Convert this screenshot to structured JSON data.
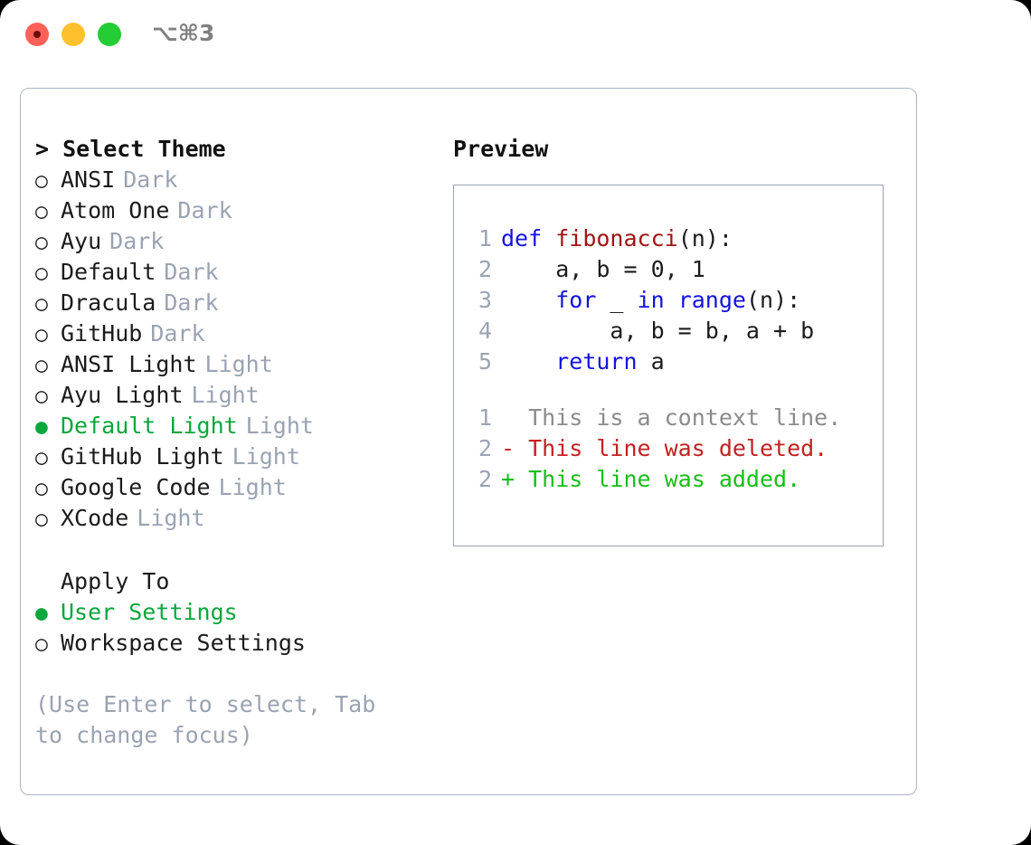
{
  "window": {
    "shortcut": "⌥⌘3",
    "traffic_lights": [
      {
        "name": "close-button",
        "color": "#ff6159"
      },
      {
        "name": "minimize-button",
        "color": "#ffc02e"
      },
      {
        "name": "maximize-button",
        "color": "#24cc36"
      }
    ]
  },
  "theme_picker": {
    "header": "> Select Theme",
    "selected_theme": "Default Light",
    "marker_selected": "●",
    "marker_unselected": "○",
    "items": [
      {
        "marker": "○",
        "label": "ANSI",
        "tag": "Dark",
        "selected": false
      },
      {
        "marker": "○",
        "label": "Atom One",
        "tag": "Dark",
        "selected": false
      },
      {
        "marker": "○",
        "label": "Ayu",
        "tag": "Dark",
        "selected": false
      },
      {
        "marker": "○",
        "label": "Default",
        "tag": "Dark",
        "selected": false
      },
      {
        "marker": "○",
        "label": "Dracula",
        "tag": "Dark",
        "selected": false
      },
      {
        "marker": "○",
        "label": "GitHub",
        "tag": "Dark",
        "selected": false
      },
      {
        "marker": "○",
        "label": "ANSI Light",
        "tag": "Light",
        "selected": false
      },
      {
        "marker": "○",
        "label": "Ayu Light",
        "tag": "Light",
        "selected": false
      },
      {
        "marker": "●",
        "label": "Default Light",
        "tag": "Light",
        "selected": true
      },
      {
        "marker": "○",
        "label": "GitHub Light",
        "tag": "Light",
        "selected": false
      },
      {
        "marker": "○",
        "label": "Google Code",
        "tag": "Light",
        "selected": false
      },
      {
        "marker": "○",
        "label": "XCode",
        "tag": "Light",
        "selected": false
      }
    ]
  },
  "apply_to": {
    "header": "Apply To",
    "selected_scope": "User Settings",
    "items": [
      {
        "marker": "●",
        "label": "User Settings",
        "selected": true
      },
      {
        "marker": "○",
        "label": "Workspace Settings",
        "selected": false
      }
    ]
  },
  "hint": "(Use Enter to select, Tab to change focus)",
  "preview": {
    "title": "Preview",
    "code_lines": [
      {
        "number": "1",
        "tokens": [
          {
            "text": "def ",
            "kind": "kw"
          },
          {
            "text": "fibonacci",
            "kind": "fn"
          },
          {
            "text": "(n):",
            "kind": "plain"
          }
        ]
      },
      {
        "number": "2",
        "tokens": [
          {
            "text": "    a, b = 0, 1",
            "kind": "plain"
          }
        ]
      },
      {
        "number": "3",
        "tokens": [
          {
            "text": "    ",
            "kind": "plain"
          },
          {
            "text": "for",
            "kind": "kw"
          },
          {
            "text": " _ ",
            "kind": "plain"
          },
          {
            "text": "in",
            "kind": "kw"
          },
          {
            "text": " ",
            "kind": "plain"
          },
          {
            "text": "range",
            "kind": "kw"
          },
          {
            "text": "(n):",
            "kind": "plain"
          }
        ]
      },
      {
        "number": "4",
        "tokens": [
          {
            "text": "        a, b = b, a + b",
            "kind": "plain"
          }
        ]
      },
      {
        "number": "5",
        "tokens": [
          {
            "text": "    ",
            "kind": "plain"
          },
          {
            "text": "return",
            "kind": "kw"
          },
          {
            "text": " a",
            "kind": "plain"
          }
        ]
      }
    ],
    "diff_lines": [
      {
        "number": "1",
        "prefix": "  ",
        "text": "This is a context line.",
        "kind": "context"
      },
      {
        "number": "2",
        "prefix": "- ",
        "text": "This line was deleted.",
        "kind": "del"
      },
      {
        "number": "2",
        "prefix": "+ ",
        "text": "This line was added.",
        "kind": "add"
      }
    ]
  },
  "colors": {
    "accent_green": "#0ca63c",
    "muted": "#9aa3b2",
    "keyword_blue": "#1313dd",
    "function_red": "#a21212",
    "diff_del_red": "#c42020",
    "diff_add_green": "#17bf17",
    "border": "#aeb6c2"
  }
}
